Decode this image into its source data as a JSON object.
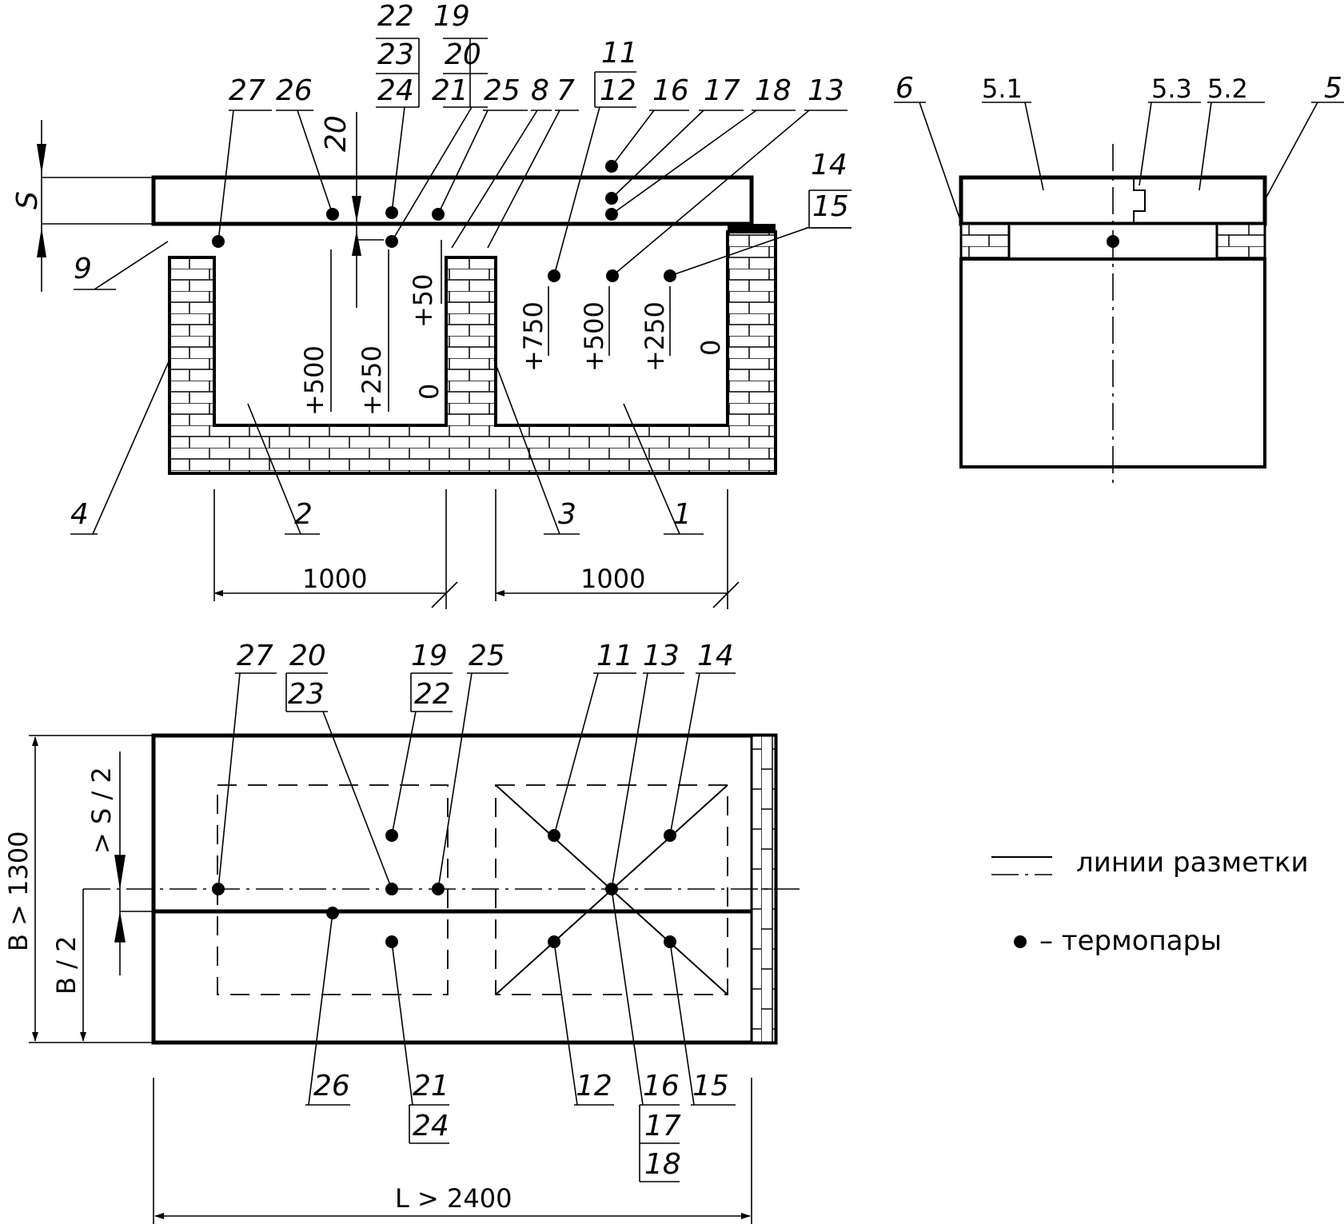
{
  "dimensions": {
    "s": "S",
    "b": "B > 1300",
    "b_half": "B / 2",
    "s_half": "> S / 2",
    "l": "L > 2400",
    "span_left": "1000",
    "span_right": "1000"
  },
  "heights": {
    "h_left_500": "+500",
    "h_left_250": "+250",
    "h_left_0": "0",
    "h_mid_50": "+50",
    "h_right_750": "+750",
    "h_right_500": "+500",
    "h_right_250": "+250",
    "h_right_0": "0",
    "h_20": "20"
  },
  "labels_front": {
    "l27": "27",
    "l26": "26",
    "l22": "22",
    "l23": "23",
    "l24": "24",
    "l19": "19",
    "l20": "20",
    "l21": "21",
    "l25": "25",
    "l8": "8",
    "l7": "7",
    "l11": "11",
    "l12": "12",
    "l16": "16",
    "l17": "17",
    "l18": "18",
    "l13": "13",
    "l14": "14",
    "l15": "15",
    "l9": "9",
    "l4": "4",
    "l2": "2",
    "l3": "3",
    "l1": "1"
  },
  "labels_side": {
    "l6": "6",
    "l51": "5.1",
    "l53": "5.3",
    "l52": "5.2",
    "l5": "5"
  },
  "labels_plan": {
    "p27": "27",
    "p20": "20",
    "p23": "23",
    "p19": "19",
    "p22": "22",
    "p25": "25",
    "p11": "11",
    "p13": "13",
    "p14": "14",
    "p26": "26",
    "p21": "21",
    "p24": "24",
    "p12": "12",
    "p16": "16",
    "p17": "17",
    "p18": "18",
    "p15": "15"
  },
  "legend": {
    "lines_text": "линии разметки",
    "tc_text": "– термопары"
  }
}
